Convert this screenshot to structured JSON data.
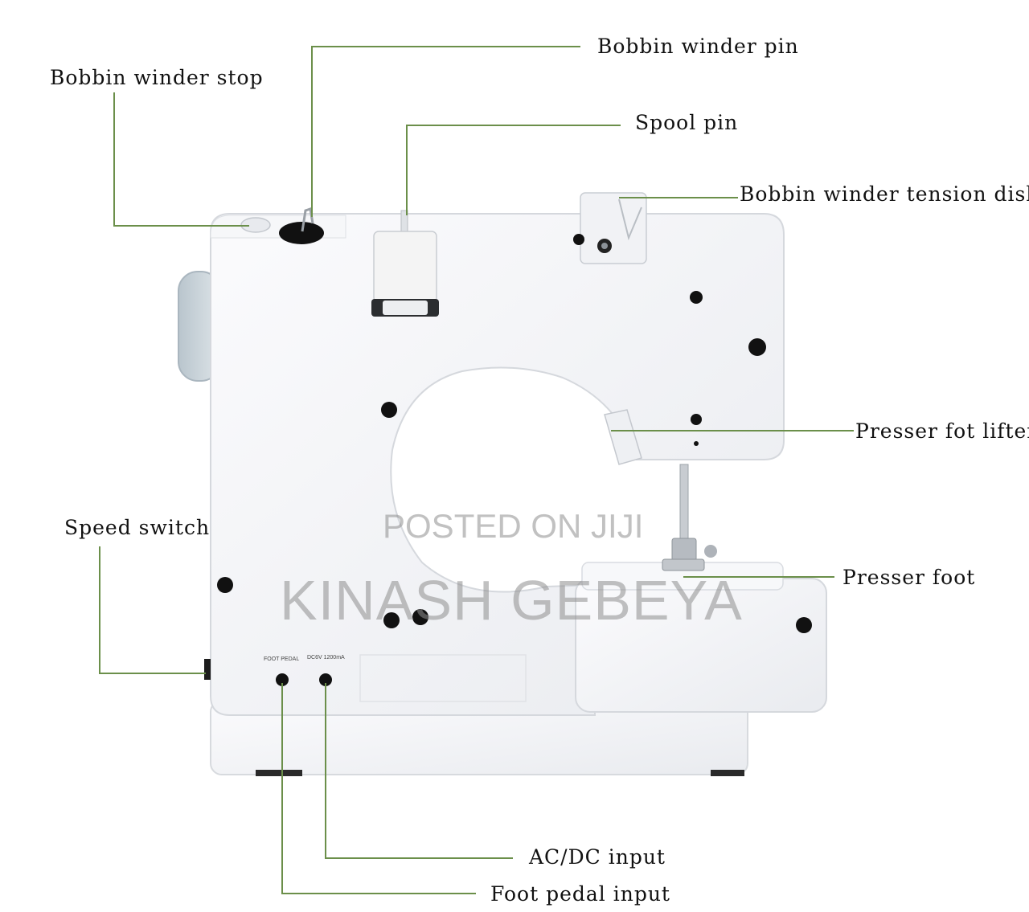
{
  "labels": {
    "bobbin_winder_pin": "Bobbin winder pin",
    "bobbin_winder_stop": "Bobbin winder stop",
    "spool_pin": "Spool pin",
    "bobbin_winder_tension_disk": "Bobbin winder tension disk",
    "presser_foot_lifter": "Presser fot lifter",
    "speed_switch": "Speed switch",
    "presser_foot": "Presser foot",
    "acdc_input": "AC/DC input",
    "foot_pedal_input": "Foot pedal input"
  },
  "panel_text": {
    "foot_pedal": "FOOT PEDAL",
    "power_rating": "DC6V 1200mA"
  },
  "watermark": {
    "line1": "POSTED ON JIJI",
    "line2": "KINASH GEBEYA"
  },
  "colors": {
    "leader_line": "#6b8f4a",
    "machine_body": "#f3f4f7",
    "handwheel": "#c9d3da"
  }
}
